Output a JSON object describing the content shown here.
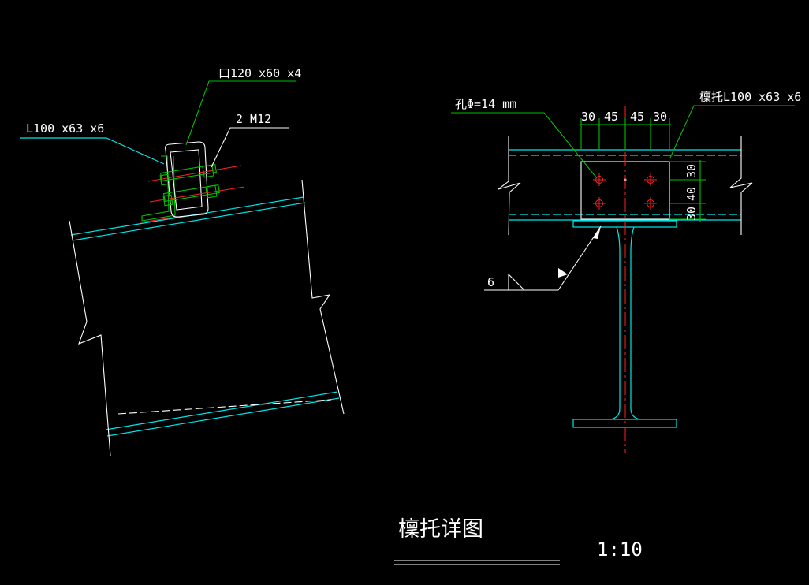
{
  "left_view": {
    "channel_label": "口120 x60 x4",
    "angle_label": "L100 x63 x6",
    "bolt_label": "2 M12"
  },
  "right_view": {
    "hole_label": "孔Φ=14 mm",
    "bracket_label": "檁托L100 x63 x6",
    "dims_top": [
      "30",
      "45",
      "45",
      "30"
    ],
    "dims_side": [
      "30",
      "40",
      "30"
    ],
    "weld_label": "6"
  },
  "title": "檁托详图",
  "scale": "1:10",
  "colors": {
    "background": "#000000",
    "cyan": "#00e5e5",
    "green": "#00c000",
    "red": "#ff2020",
    "white": "#ffffff"
  }
}
